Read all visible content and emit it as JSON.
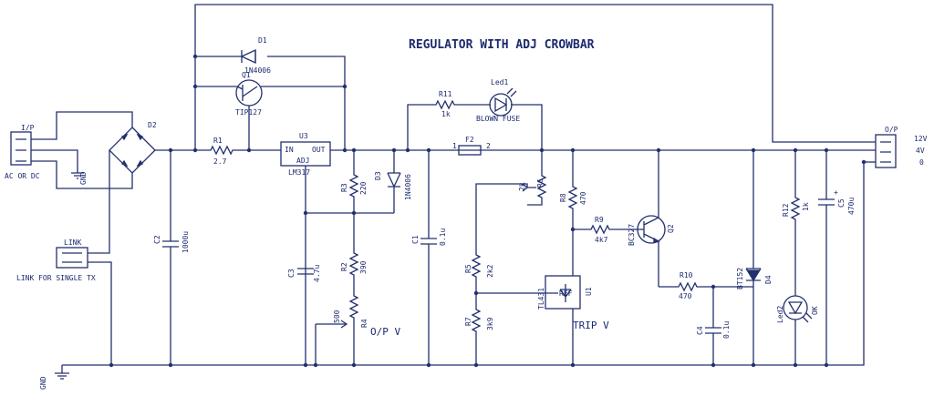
{
  "title": "REGULATOR WITH ADJ CROWBAR",
  "connectors": {
    "input": {
      "name": "I/P",
      "caption": "AC OR DC"
    },
    "output": {
      "name": "O/P",
      "pins": [
        "12V",
        "4V",
        "0"
      ]
    },
    "link": {
      "name": "LINK",
      "caption": "LINK FOR SINGLE TX"
    }
  },
  "components": {
    "d1": {
      "ref": "D1",
      "value": "1N4006"
    },
    "q1": {
      "ref": "Q1",
      "value": "TIP127"
    },
    "d2": {
      "ref": "D2"
    },
    "r1": {
      "ref": "R1",
      "value": "2.7"
    },
    "u3": {
      "ref": "U3",
      "value": "LM317",
      "pin_in": "IN",
      "pin_out": "OUT",
      "pin_adj": "ADJ"
    },
    "c2": {
      "ref": "C2",
      "value": "1000u"
    },
    "c3": {
      "ref": "C3",
      "value": "4.7u"
    },
    "r3": {
      "ref": "R3",
      "value": "220"
    },
    "d3": {
      "ref": "D3",
      "value": "1N4006"
    },
    "r2": {
      "ref": "R2",
      "value": "390"
    },
    "r4": {
      "ref": "R4",
      "value": "500"
    },
    "c1": {
      "ref": "C1",
      "value": "0.1u"
    },
    "r11": {
      "ref": "R11",
      "value": "1k"
    },
    "led1": {
      "ref": "Led1",
      "value": "BLOWN FUSE"
    },
    "f2": {
      "ref": "F2",
      "pin1": "1",
      "pin2": "2"
    },
    "r6": {
      "ref": "R6",
      "value": "2k"
    },
    "r5": {
      "ref": "R5",
      "value": "2k2"
    },
    "r7": {
      "ref": "R7",
      "value": "3k9"
    },
    "u1": {
      "ref": "U1",
      "value": "TL431",
      "pin": "REF"
    },
    "r8": {
      "ref": "R8",
      "value": "470"
    },
    "r9": {
      "ref": "R9",
      "value": "4k7"
    },
    "q2": {
      "ref": "Q2",
      "value": "BC327"
    },
    "r10": {
      "ref": "R10",
      "value": "470"
    },
    "c4": {
      "ref": "C4",
      "value": "0.1u"
    },
    "d4": {
      "ref": "D4",
      "value": "BT152"
    },
    "r12": {
      "ref": "R12",
      "value": "1k"
    },
    "c5": {
      "ref": "C5",
      "value": "470u"
    },
    "led2": {
      "ref": "Led2",
      "value": "OK"
    }
  },
  "notes": {
    "op_v": "O/P V",
    "trip_v": "TRIP V",
    "gnd": "GND"
  }
}
